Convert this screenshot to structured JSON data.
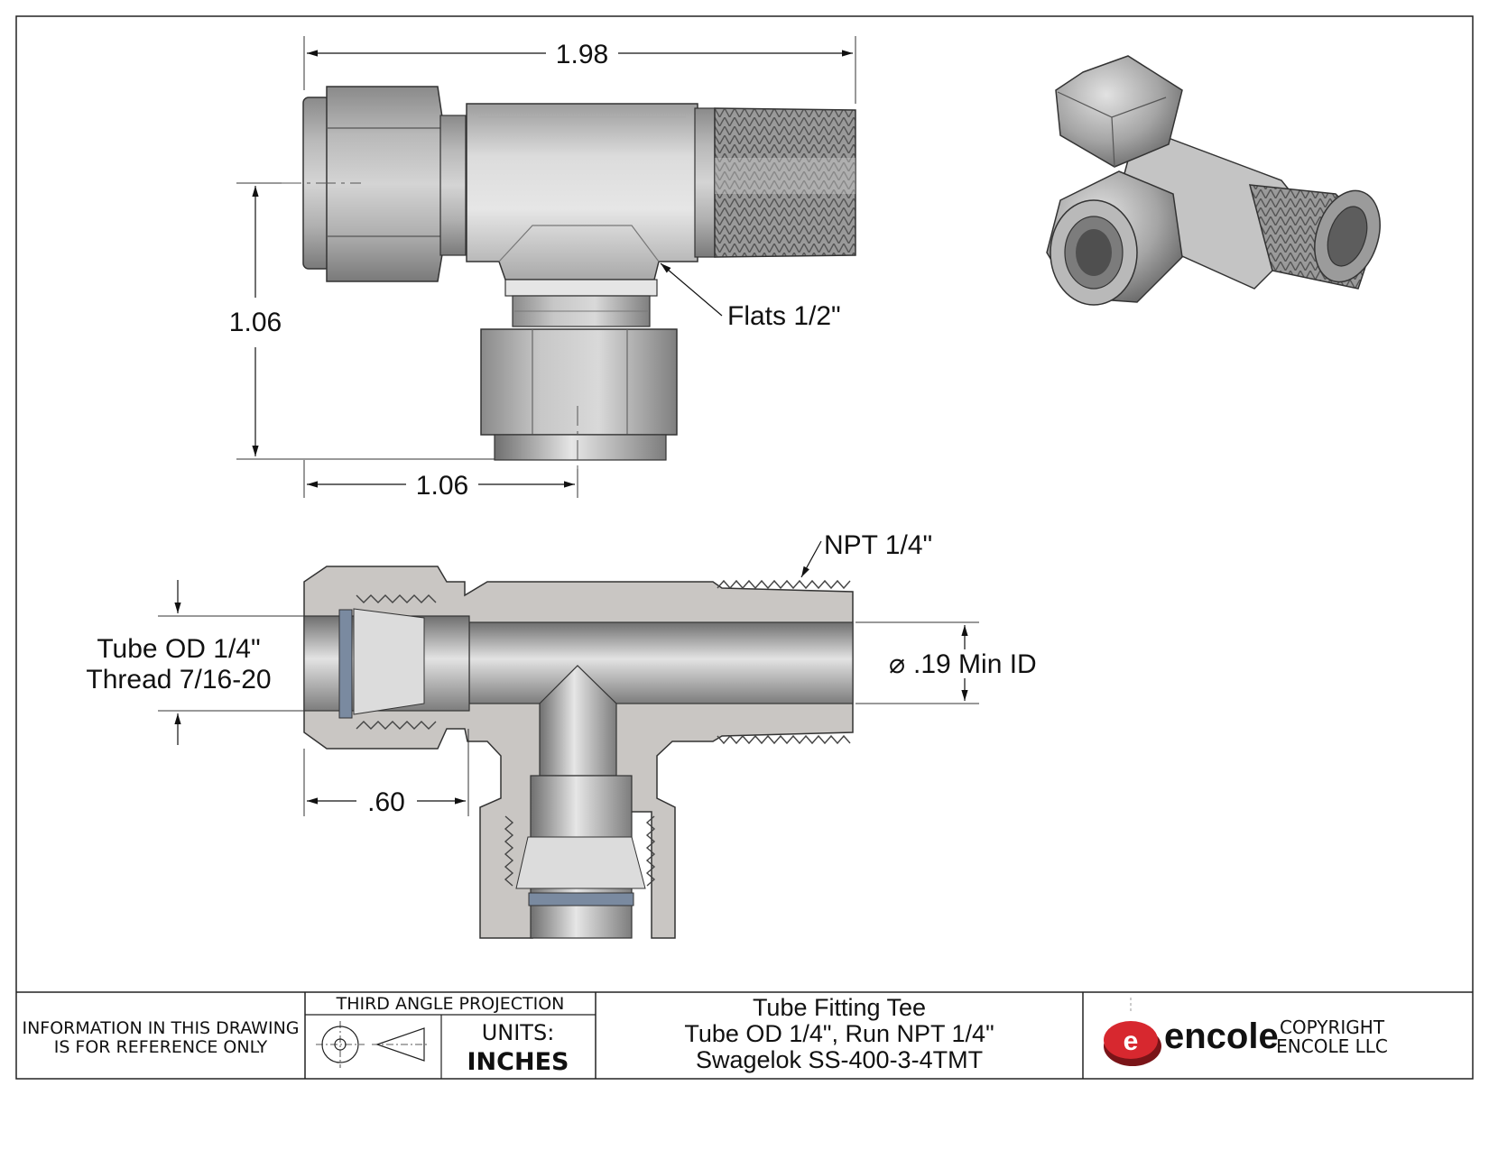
{
  "top_view": {
    "overall_length": "1.98",
    "height": "1.06",
    "bottom_width": "1.06",
    "flats_label": "Flats 1/2\""
  },
  "section_view": {
    "npt_label": "NPT 1/4\"",
    "tube_od_label": "Tube OD 1/4\"",
    "thread_label": "Thread 7/16-20",
    "min_id_label": ".19 Min ID",
    "diameter_symbol": "⌀",
    "insert_depth": ".60"
  },
  "title_block": {
    "disclaimer_line1": "INFORMATION IN THIS DRAWING",
    "disclaimer_line2": "IS FOR REFERENCE ONLY",
    "projection_label": "THIRD ANGLE PROJECTION",
    "units_label": "UNITS:",
    "units_value": "INCHES",
    "title_line1": "Tube Fitting Tee",
    "title_line2": "Tube OD 1/4\", Run NPT 1/4\"",
    "title_line3": "Swagelok SS-400-3-4TMT",
    "brand_name": "encole",
    "copyright_line1": "COPYRIGHT",
    "copyright_line2": "ENCOLE  LLC"
  },
  "colors": {
    "steel_light": "#d9d9d9",
    "steel_mid": "#a8a8a8",
    "steel_dark": "#6e6e6e",
    "section_fill": "#c9c6c3",
    "brand_red": "#d7282f"
  }
}
